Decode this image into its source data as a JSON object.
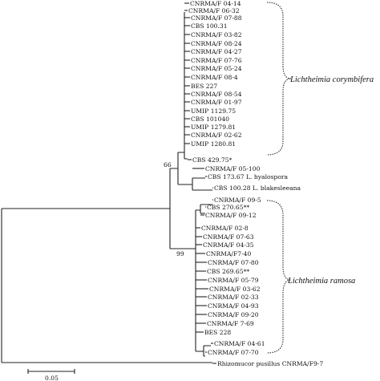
{
  "tree": {
    "taxa": {
      "t01": "CNRMA/F 04-14",
      "t02": "CNRMA/F 06-32",
      "t03": "CNRMA/F 07-88",
      "t04": "CBS 100.31",
      "t05": "CNRMA/F 03-82",
      "t06": "CNRMA/F 08-24",
      "t07": "CNRMA/F 04-27",
      "t08": "CNRMA/F 07-76",
      "t09": "CNRMA/F 05-24",
      "t10": "CNRMA/F 08-4",
      "t11": "BES 227",
      "t12": "CNRMA/F 08-54",
      "t13": "CNRMA/F 01-97",
      "t14": "UMIP 1129.75",
      "t15": "CBS 101040",
      "t16": "UMIP 1279.81",
      "t17": "CNRMA/F 02-62",
      "t18": "UMIP 1280.81",
      "t19": "CBS 429.75*",
      "t20": "CNRMA/F 05-100",
      "t21": "CBS 173.67 L. hyalospora",
      "t22": "CBS 100.28 L. blakesleeana",
      "t23": "CNRMA/F 09-5",
      "t24": "CBS 270.65**",
      "t25": "CNRMA/F 09-12",
      "t26": "CNRMA/F 02-8",
      "t27": "CNRMA/F 07-63",
      "t28": "CNRMA/F 04-35",
      "t29": "CNRMA/F7-40",
      "t30": "CNRMA/F 07-80",
      "t31": "CBS 269.65**",
      "t32": "CNRMA/F 05-79",
      "t33": "CNRMA/F 03-62",
      "t34": "CNRMA/F 02-33",
      "t35": "CNRMA/F 04-93",
      "t36": "CNRMA/F 09-20",
      "t37": "CNRMA/F 7-69",
      "t38": "BES 228",
      "t39": "CNRMA/F 04-61",
      "t40": "CNRMA/F 07-70",
      "outgroup": "Rhizomucor pusillus CNRMA/F9-7"
    },
    "bootstrap": {
      "node_a": "66",
      "node_b": "99"
    },
    "clades": {
      "corymbifera": "Lichtheimia corymbifera",
      "ramosa": "Lichtheimia ramosa"
    },
    "scale_bar": {
      "label": "0.05"
    }
  }
}
